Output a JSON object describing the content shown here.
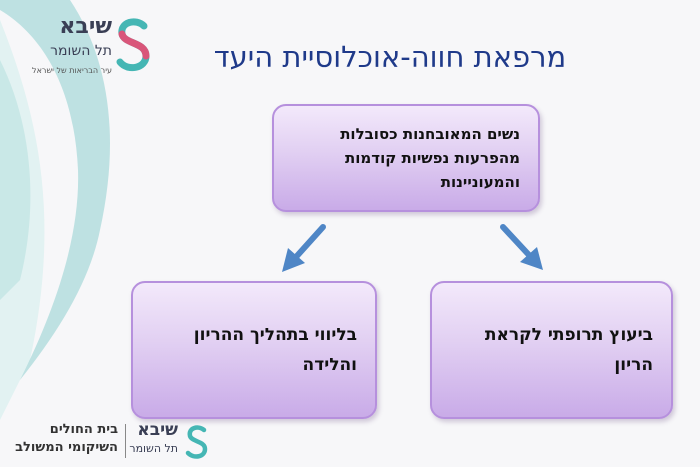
{
  "logo_top": {
    "name": "שיבא",
    "subtitle": "תל השומר",
    "tagline": "עיר הבריאות של ישראל"
  },
  "title": "מרפאת חווה-אוכלוסיית היעד",
  "diagram": {
    "top_box": {
      "line1": "נשים המאובחנות כסובלות",
      "line2": "מהפרעות נפשיות קודמות",
      "line3": "והמעוניינות"
    },
    "right_box": {
      "line1": "ביעוץ תרופתי לקראת הריון"
    },
    "left_box": {
      "line1": "בליווי בתהליך ההריון",
      "line2": "והלידה"
    },
    "colors": {
      "box_fill": "#e1cff2",
      "box_border": "#b690dd",
      "arrow": "#4f86c6",
      "title": "#1f3a8a"
    }
  },
  "logo_bottom": {
    "name": "שיבא",
    "subtitle": "תל השומר",
    "hospital_line1": "בית החולים",
    "hospital_line2": "השיקומי המשולב"
  }
}
